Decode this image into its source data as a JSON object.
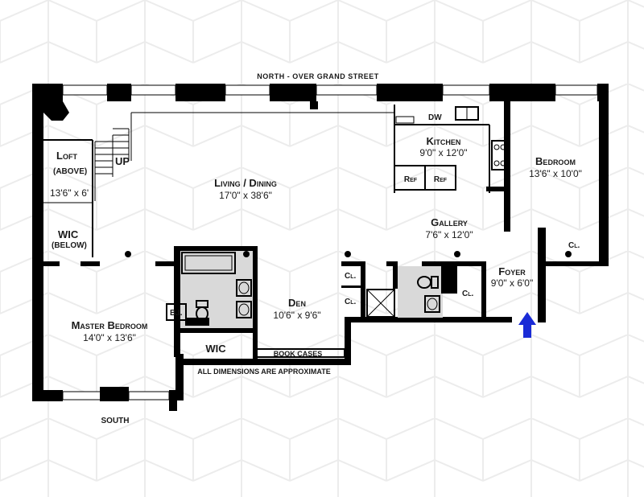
{
  "header": {
    "north_label": "North - Over Grand Street"
  },
  "rooms": {
    "loft": {
      "name": "Loft",
      "note": "(Above)",
      "dims": "13'6\" x 6'"
    },
    "wic_below": {
      "name": "WIC",
      "note": "(Below)"
    },
    "living_dining": {
      "name": "Living / Dining",
      "dims": "17'0\" x 38'6\""
    },
    "kitchen": {
      "name": "Kitchen",
      "dims": "9'0\" x 12'0\""
    },
    "bedroom": {
      "name": "Bedroom",
      "dims": "13'6\" x 10'0\""
    },
    "gallery": {
      "name": "Gallery",
      "dims": "7'6\" x 12'0\""
    },
    "foyer": {
      "name": "Foyer",
      "dims": "9'0\" x 6'0\""
    },
    "den": {
      "name": "Den",
      "dims": "10'6\" x 9'6\""
    },
    "master_bedroom": {
      "name": "Master Bedroom",
      "dims": "14'0\" x 13'6\""
    },
    "wic": {
      "name": "WIC"
    }
  },
  "fixtures": {
    "up": "UP",
    "dw": "DW",
    "ref_1": "Ref",
    "ref_2": "Ref",
    "bi": "B.I.",
    "cl_bedroom": "Cl.",
    "cl_1": "Cl.",
    "cl_2": "Cl.",
    "cl_foyer": "Cl.",
    "book_cases": "Book Cases"
  },
  "footer": {
    "disclaimer": "All Dimensions Are Approximate",
    "south_label": "South"
  },
  "colors": {
    "entry_arrow": "#1a2bd6",
    "walls": "#000000"
  },
  "icons": [
    "entry-arrow-icon",
    "stairs-icon",
    "sink-icon",
    "toilet-icon",
    "bathtub-icon",
    "stove-icon",
    "column-icon"
  ]
}
